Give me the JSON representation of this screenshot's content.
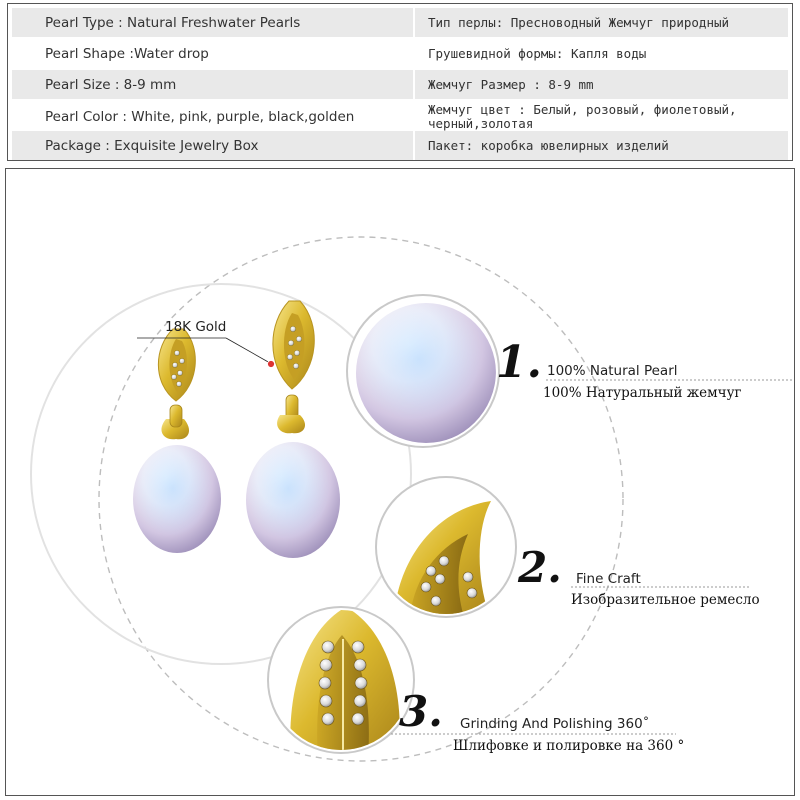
{
  "spec_table": {
    "rows": [
      {
        "en": "Pearl Type : Natural Freshwater Pearls",
        "ru": "Тип перлы: Пресноводный Жемчуг природный"
      },
      {
        "en": "Pearl Shape :Water drop",
        "ru": "Грушевидной формы: Капля воды"
      },
      {
        "en": "Pearl Size : 8-9 mm",
        "ru": "Жемчуг Размер : 8-9 mm"
      },
      {
        "en": "Pearl Color : White, pink, purple, black,golden",
        "ru": "Жемчуг цвет : Белый, розовый, фиолетовый, черный,золотая"
      },
      {
        "en": "Package : Exquisite Jewelry Box",
        "ru": "Пакет: коробка ювелирных изделий"
      }
    ]
  },
  "product": {
    "gold_label": "18K Gold",
    "features": [
      {
        "number": "1.",
        "en": "100% Natural Pearl",
        "ru": "100% Натуральный жемчуг"
      },
      {
        "number": "2.",
        "en": "Fine Craft",
        "ru": "Изобразительное ремесло"
      },
      {
        "number": "3.",
        "en": "Grinding And Polishing 360˚",
        "ru": "Шлифовке и полировке на 360 °"
      }
    ]
  },
  "colors": {
    "gold": "#d9b52a",
    "gold_light": "#f4e38a",
    "pearl": "#f3f1f7",
    "pearl_shade": "#b7a6cf",
    "row_shade": "#e9e9e9"
  }
}
